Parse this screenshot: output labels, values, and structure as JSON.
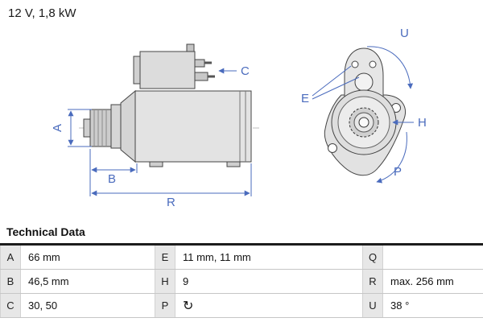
{
  "header": {
    "spec": "12 V, 1,8 kW"
  },
  "diagram": {
    "labels": {
      "A": "A",
      "B": "B",
      "C": "C",
      "R": "R",
      "U": "U",
      "E": "E",
      "H": "H",
      "P": "P"
    }
  },
  "technical_data": {
    "title": "Technical Data",
    "rotation_icon": "↻",
    "rows": [
      {
        "k1": "A",
        "v1": "66 mm",
        "k2": "E",
        "v2": "11 mm, 11 mm",
        "k3": "Q",
        "v3": ""
      },
      {
        "k1": "B",
        "v1": "46,5 mm",
        "k2": "H",
        "v2": "9",
        "k3": "R",
        "v3": "max. 256 mm"
      },
      {
        "k1": "C",
        "v1": "30, 50",
        "k2": "P",
        "v2": "",
        "k3": "U",
        "v3": "38 °"
      }
    ]
  }
}
